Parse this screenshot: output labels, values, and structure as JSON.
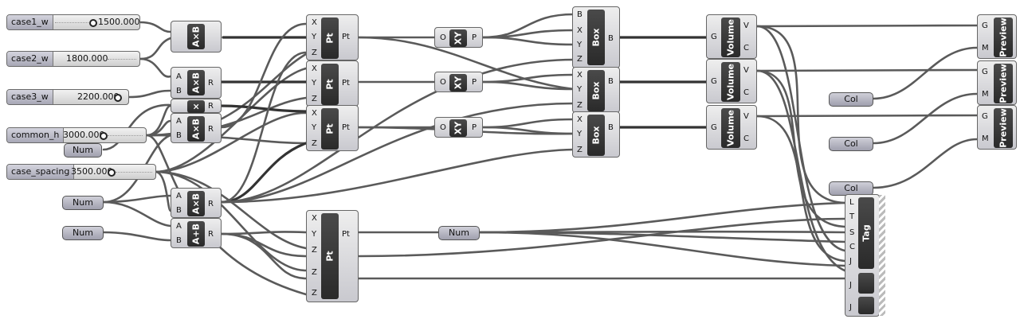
{
  "sliders": [
    {
      "label": "case1_w",
      "value": "1500.000"
    },
    {
      "label": "case2_w",
      "value": "1800.000"
    },
    {
      "label": "case3_w",
      "value": "2200.000"
    },
    {
      "label": "common_h",
      "value": "3000.000"
    },
    {
      "label": "case_spacing",
      "value": "3500.000"
    }
  ],
  "labels": {
    "num": "Num",
    "col": "Col",
    "pt": "Pt",
    "xy": "XY",
    "box": "Box",
    "volume": "Volume",
    "preview": "Preview",
    "tag": "Tag",
    "mult": "A×B",
    "add": "A+B",
    "mult_partial": "×",
    "A": "A",
    "B": "B",
    "R": "R",
    "X": "X",
    "Y": "Y",
    "Z": "Z",
    "O": "O",
    "P": "P",
    "G": "G",
    "V": "V",
    "C": "C",
    "M": "M",
    "L": "L",
    "T": "T",
    "S": "S",
    "J": "J"
  }
}
